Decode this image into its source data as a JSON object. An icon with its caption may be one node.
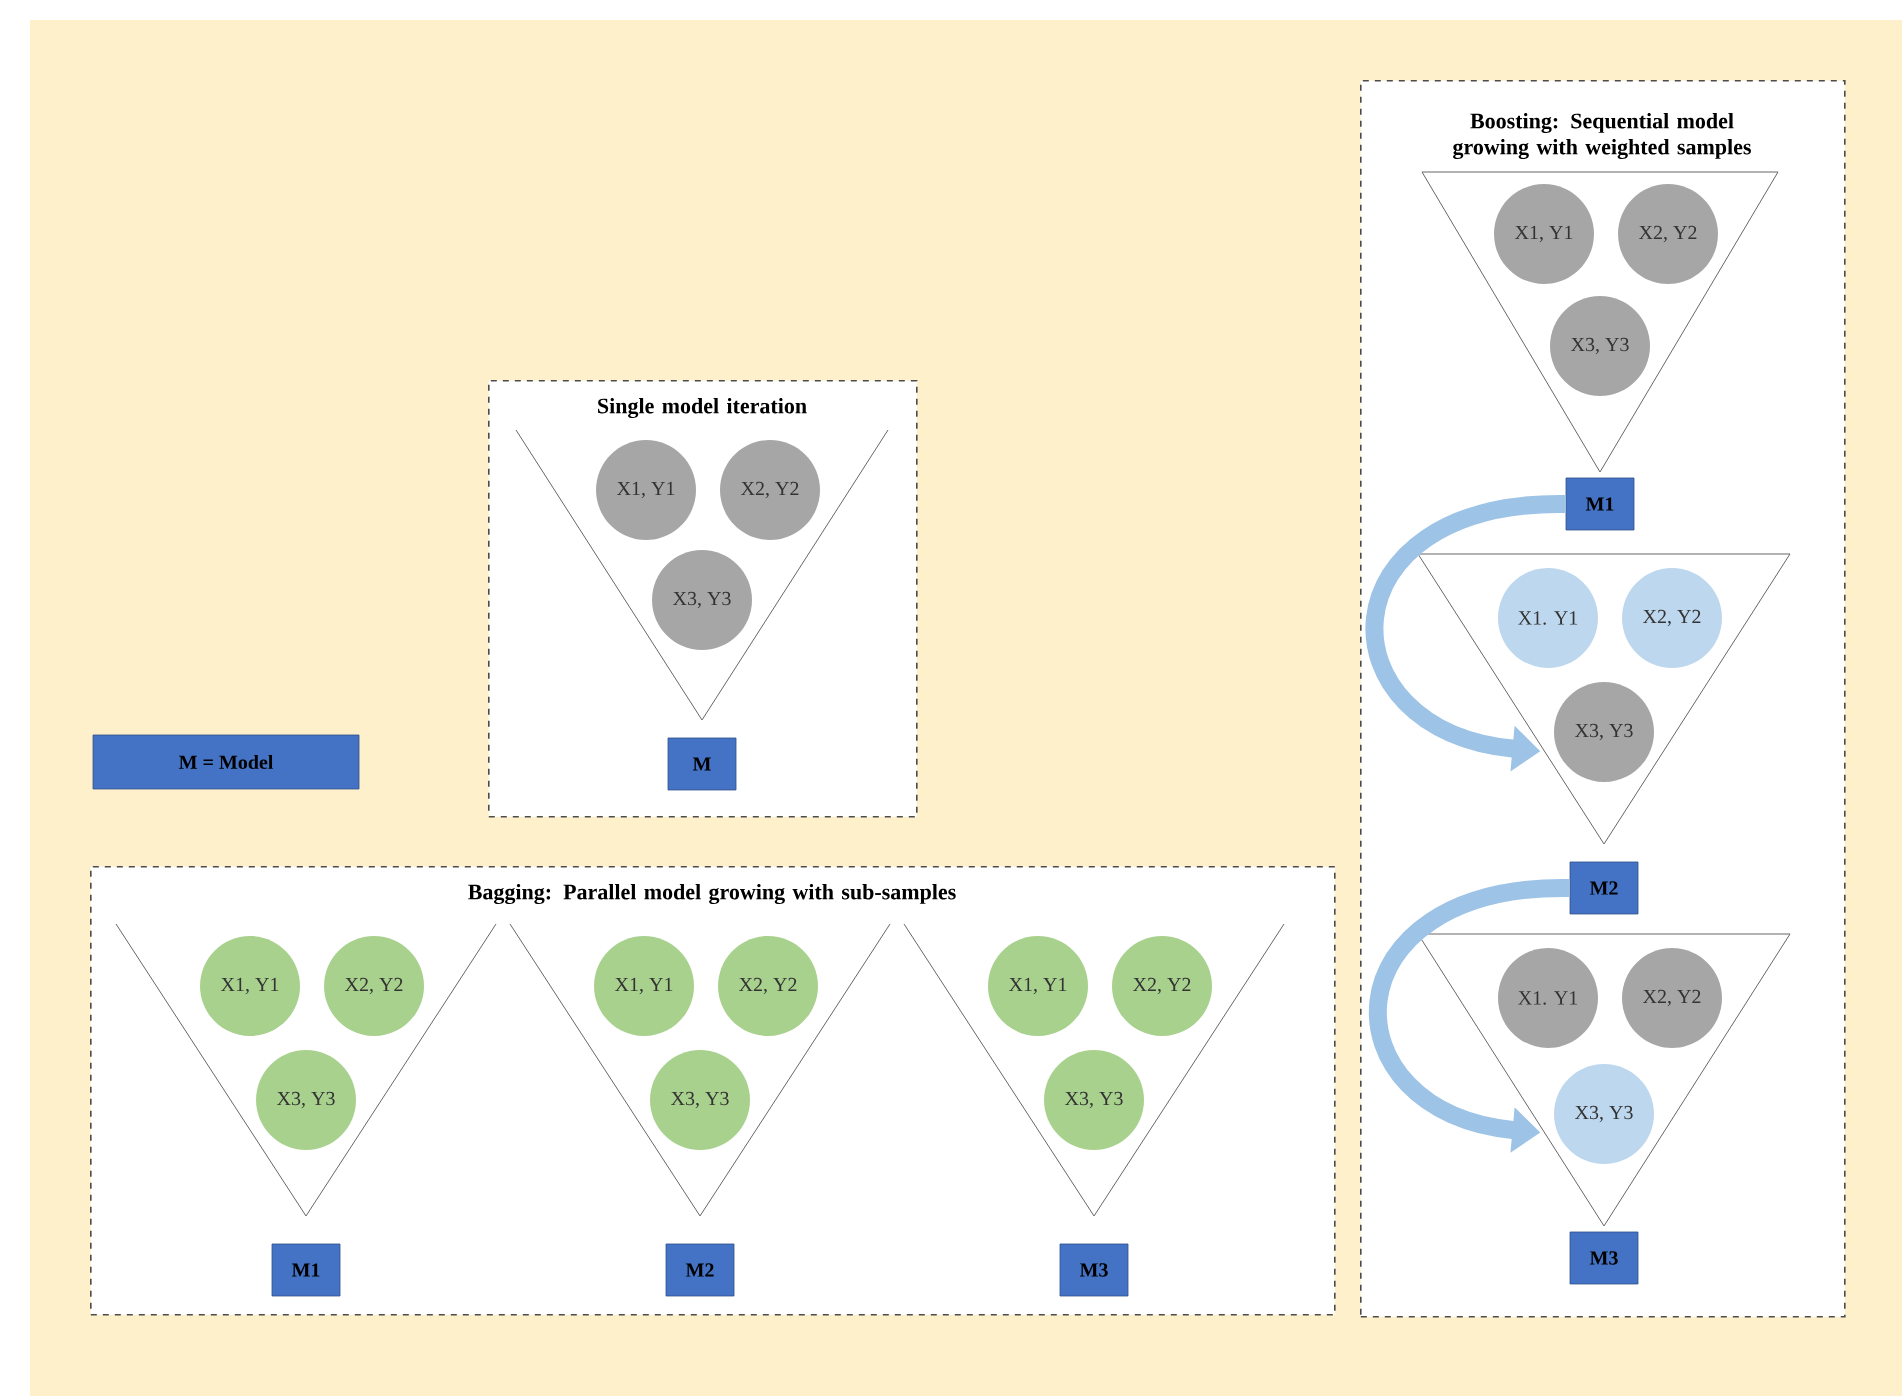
{
  "diagram": {
    "nodes": [
      {
        "text": [
          "Single model iteration"
        ]
      },
      {
        "text": [],
        "shape": "triangle",
        "in": 0
      },
      {
        "text": [
          "X1, Y1"
        ],
        "in": 1
      },
      {
        "text": [
          "X2, Y2"
        ],
        "in": 1
      },
      {
        "text": [
          "X3, Y3"
        ],
        "in": 1
      },
      {
        "text": [
          "M"
        ],
        "in": 0
      },
      {
        "text": [
          "M = Model"
        ]
      },
      {
        "text": [
          "Bagging: Parallel model growing with sub-samples"
        ]
      },
      {
        "text": [],
        "shape": "triangle",
        "in": 7
      },
      {
        "text": [
          "X1, Y1"
        ],
        "in": 8
      },
      {
        "text": [
          "X2, Y2"
        ],
        "in": 8
      },
      {
        "text": [
          "X3, Y3"
        ],
        "in": 8
      },
      {
        "text": [
          "M1"
        ],
        "in": 7
      },
      {
        "text": [],
        "shape": "triangle",
        "in": 7
      },
      {
        "text": [
          "X1, Y1"
        ],
        "in": 13
      },
      {
        "text": [
          "X2, Y2"
        ],
        "in": 13
      },
      {
        "text": [
          "X3, Y3"
        ],
        "in": 13
      },
      {
        "text": [
          "M2"
        ],
        "in": 7
      },
      {
        "text": [],
        "shape": "triangle",
        "in": 7
      },
      {
        "text": [
          "X1, Y1"
        ],
        "in": 18
      },
      {
        "text": [
          "X2, Y2"
        ],
        "in": 18
      },
      {
        "text": [
          "X3, Y3"
        ],
        "in": 18
      },
      {
        "text": [
          "M3"
        ],
        "in": 7
      },
      {
        "text": [
          "Boosting: Sequential model growing with weighted samples"
        ]
      },
      {
        "text": [],
        "shape": "triangle",
        "in": 23
      },
      {
        "text": [
          "X1, Y1"
        ],
        "in": 24
      },
      {
        "text": [
          "X2, Y2"
        ],
        "in": 24
      },
      {
        "text": [
          "X3, Y3"
        ],
        "in": 24
      },
      {
        "text": [
          "M1"
        ],
        "in": 23
      },
      {
        "text": [],
        "shape": "triangle",
        "in": 23
      },
      {
        "text": [
          "X1. Y1"
        ],
        "in": 29
      },
      {
        "text": [
          "X2, Y2"
        ],
        "in": 29
      },
      {
        "text": [
          "X3, Y3"
        ],
        "in": 29
      },
      {
        "text": [
          "M2"
        ],
        "in": 23
      },
      {
        "text": [],
        "shape": "triangle",
        "in": 23
      },
      {
        "text": [
          "X1. Y1"
        ],
        "in": 34
      },
      {
        "text": [
          "X2, Y2"
        ],
        "in": 34
      },
      {
        "text": [
          "X3, Y3"
        ],
        "in": 34
      },
      {
        "text": [
          "M3"
        ],
        "in": 23
      }
    ],
    "edges": [
      {
        "from": 28,
        "to": 29,
        "arrow": "to"
      },
      {
        "from": 33,
        "to": 34,
        "arrow": "to"
      }
    ]
  }
}
